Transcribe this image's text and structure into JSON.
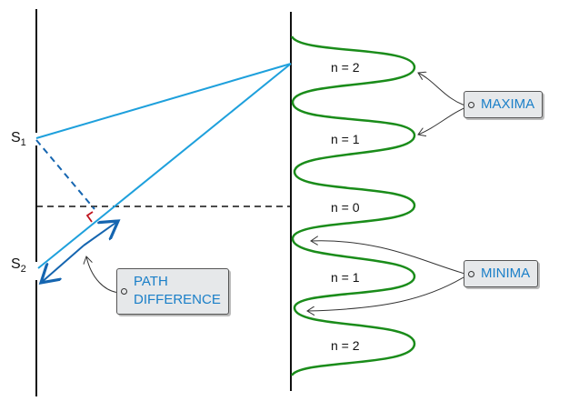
{
  "sources": {
    "s1": "S",
    "s1_sub": "1",
    "s2": "S",
    "s2_sub": "2"
  },
  "orders": [
    "n = 2",
    "n = 1",
    "n = 0",
    "n = 1",
    "n = 2"
  ],
  "tags": {
    "maxima": "MAXIMA",
    "minima": "MINIMA",
    "path_difference_1": "PATH",
    "path_difference_2": "DIFFERENCE"
  },
  "colors": {
    "ray": "#1ea0dc",
    "pattern": "#1a8c1a",
    "arrow": "#1565b0",
    "label": "#1a7fc8",
    "right_angle": "#c0141e"
  }
}
